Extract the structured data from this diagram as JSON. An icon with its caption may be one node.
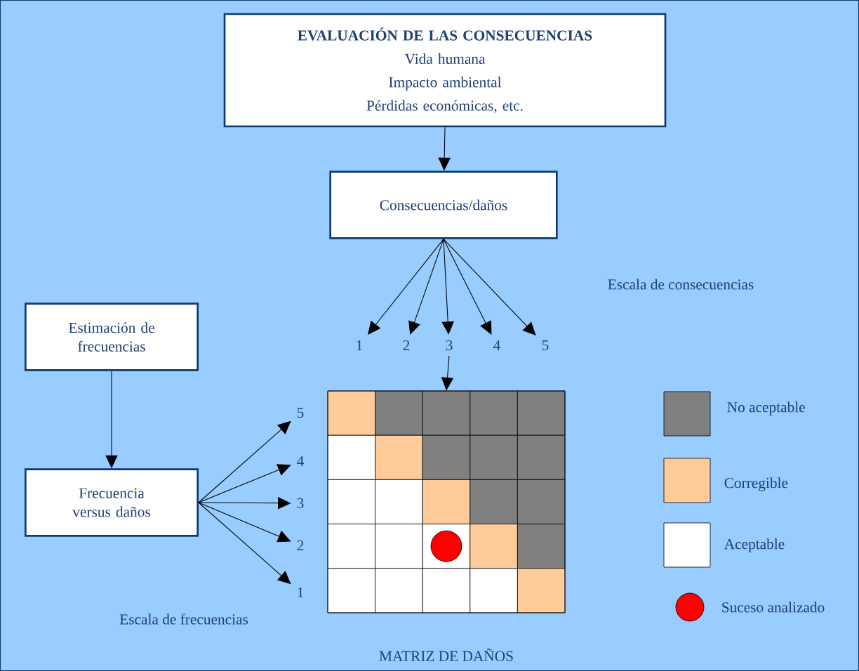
{
  "diagram": {
    "nodes": [
      {
        "text": [
          "EVALUACIÓN DE LAS CONSECUENCIAS",
          "Vida humana",
          "Impacto ambiental",
          "Pérdidas económicas, etc."
        ]
      },
      {
        "text": [
          "Consecuencias/daños"
        ]
      },
      {
        "text": [
          "1"
        ]
      },
      {
        "text": [
          "2"
        ]
      },
      {
        "text": [
          "3"
        ]
      },
      {
        "text": [
          "4"
        ]
      },
      {
        "text": [
          "5"
        ]
      },
      {
        "text": [
          "Estimación de frecuencias"
        ]
      },
      {
        "text": [
          "Frecuencia versus daños"
        ]
      },
      {
        "text": [
          "5"
        ]
      },
      {
        "text": [
          "4"
        ]
      },
      {
        "text": [
          "3"
        ]
      },
      {
        "text": [
          "2"
        ]
      },
      {
        "text": [
          "1"
        ]
      },
      {
        "text": [],
        "shape": "box",
        "beside": [
          "MATRIZ DE DAÑOS"
        ]
      }
    ],
    "edges": [
      {
        "from": 0,
        "to": 1,
        "arrow": "to"
      },
      {
        "from": 1,
        "to": 2,
        "arrow": "to"
      },
      {
        "from": 1,
        "to": 3,
        "arrow": "to"
      },
      {
        "from": 1,
        "to": 4,
        "arrow": "to"
      },
      {
        "from": 1,
        "to": 5,
        "arrow": "to"
      },
      {
        "from": 1,
        "to": 6,
        "arrow": "to"
      },
      {
        "from": 4,
        "to": 14,
        "arrow": "to"
      },
      {
        "from": 7,
        "to": 8,
        "arrow": "to"
      },
      {
        "from": 8,
        "to": 9,
        "arrow": "to"
      },
      {
        "from": 8,
        "to": 10,
        "arrow": "to"
      },
      {
        "from": 8,
        "to": 11,
        "arrow": "to"
      },
      {
        "from": 8,
        "to": 12,
        "arrow": "to"
      },
      {
        "from": 8,
        "to": 13,
        "arrow": "to"
      }
    ],
    "labels": [
      "Escala de consecuencias",
      "Escala de frecuencias"
    ],
    "legend": [
      {
        "text": "No aceptable",
        "color": "#808080"
      },
      {
        "text": "Corregible",
        "color": "#ffcc99"
      },
      {
        "text": "Aceptable",
        "color": "#ffffff"
      },
      {
        "text": "Suceso analizado",
        "color": "#ff0000"
      }
    ]
  }
}
